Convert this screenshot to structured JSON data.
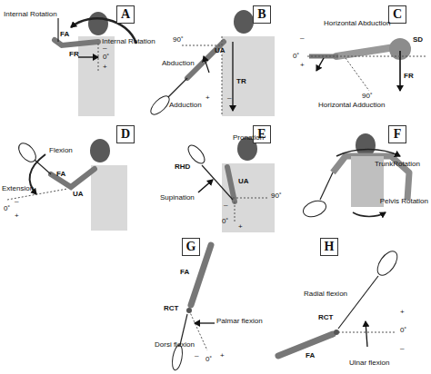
{
  "diagram": {
    "nodes": [
      {
        "text": [
          "A"
        ]
      },
      {
        "text": [
          "B"
        ]
      },
      {
        "text": [
          "C"
        ]
      },
      {
        "text": [
          "D"
        ]
      },
      {
        "text": [
          "E"
        ]
      },
      {
        "text": [
          "F"
        ]
      },
      {
        "text": [
          "G"
        ]
      },
      {
        "text": [
          "H"
        ]
      }
    ],
    "labels": [
      "Internal Rotation",
      "Internal Rotation",
      "FA",
      "FR",
      "0˚",
      "–",
      "+",
      "90˚",
      "UA",
      "Abduction",
      "TR",
      "Adduction",
      "+",
      "–",
      "Horizontal Abduction",
      "–",
      "0˚",
      "+",
      "SD",
      "90˚",
      "FR",
      "Horizontal Adduction",
      "Flexion",
      "FA",
      "Extension",
      "UA",
      "0˚",
      "–",
      "+",
      "Pronation",
      "RHD",
      "Supination",
      "UA",
      "90˚",
      "–",
      "0˚",
      "+",
      "TrunkRotation",
      "Pelvis Rotation",
      "FA",
      "RCT",
      "Palmar flexion",
      "Dorsi flexion",
      "–",
      "0˚",
      "+",
      "Radial flexion",
      "RCT",
      "FA",
      "+",
      "0˚",
      "–",
      "Ulnar flexion"
    ]
  }
}
